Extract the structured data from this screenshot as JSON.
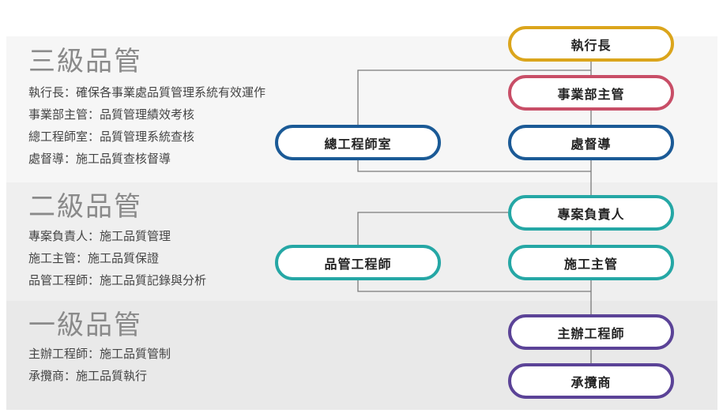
{
  "levels": [
    {
      "title": "三級品管",
      "lines": [
        "執行長：確保各事業處品質管理系統有效運作",
        "事業部主管：品質管理績效考核",
        "總工程師室：品質管理系統查核",
        "處督導：施工品質查核督導"
      ]
    },
    {
      "title": "二級品管",
      "lines": [
        "專案負責人：施工品質管理",
        "施工主管：施工品質保證",
        "品管工程師：施工品質記錄與分析"
      ]
    },
    {
      "title": "一級品管",
      "lines": [
        "主辦工程師：施工品質管制",
        "承攬商：施工品質執行"
      ]
    }
  ],
  "nodes": {
    "ceo": "執行長",
    "business_head": "事業部主管",
    "chief_engineer_office": "總工程師室",
    "division_supervisor": "處督導",
    "project_manager": "專案負責人",
    "site_manager": "施工主管",
    "qc_engineer": "品管工程師",
    "main_engineer": "主辦工程師",
    "contractor": "承攬商"
  },
  "colors": {
    "level3_band": "#f6f6f6",
    "level2_band": "#efefef",
    "level1_band": "#e9e9e9",
    "ceo": "#dba51c",
    "business_head": "#c84e67",
    "level3_blue": "#1b5a96",
    "level2_teal": "#25a7a5",
    "level1_purple": "#5b4397"
  }
}
